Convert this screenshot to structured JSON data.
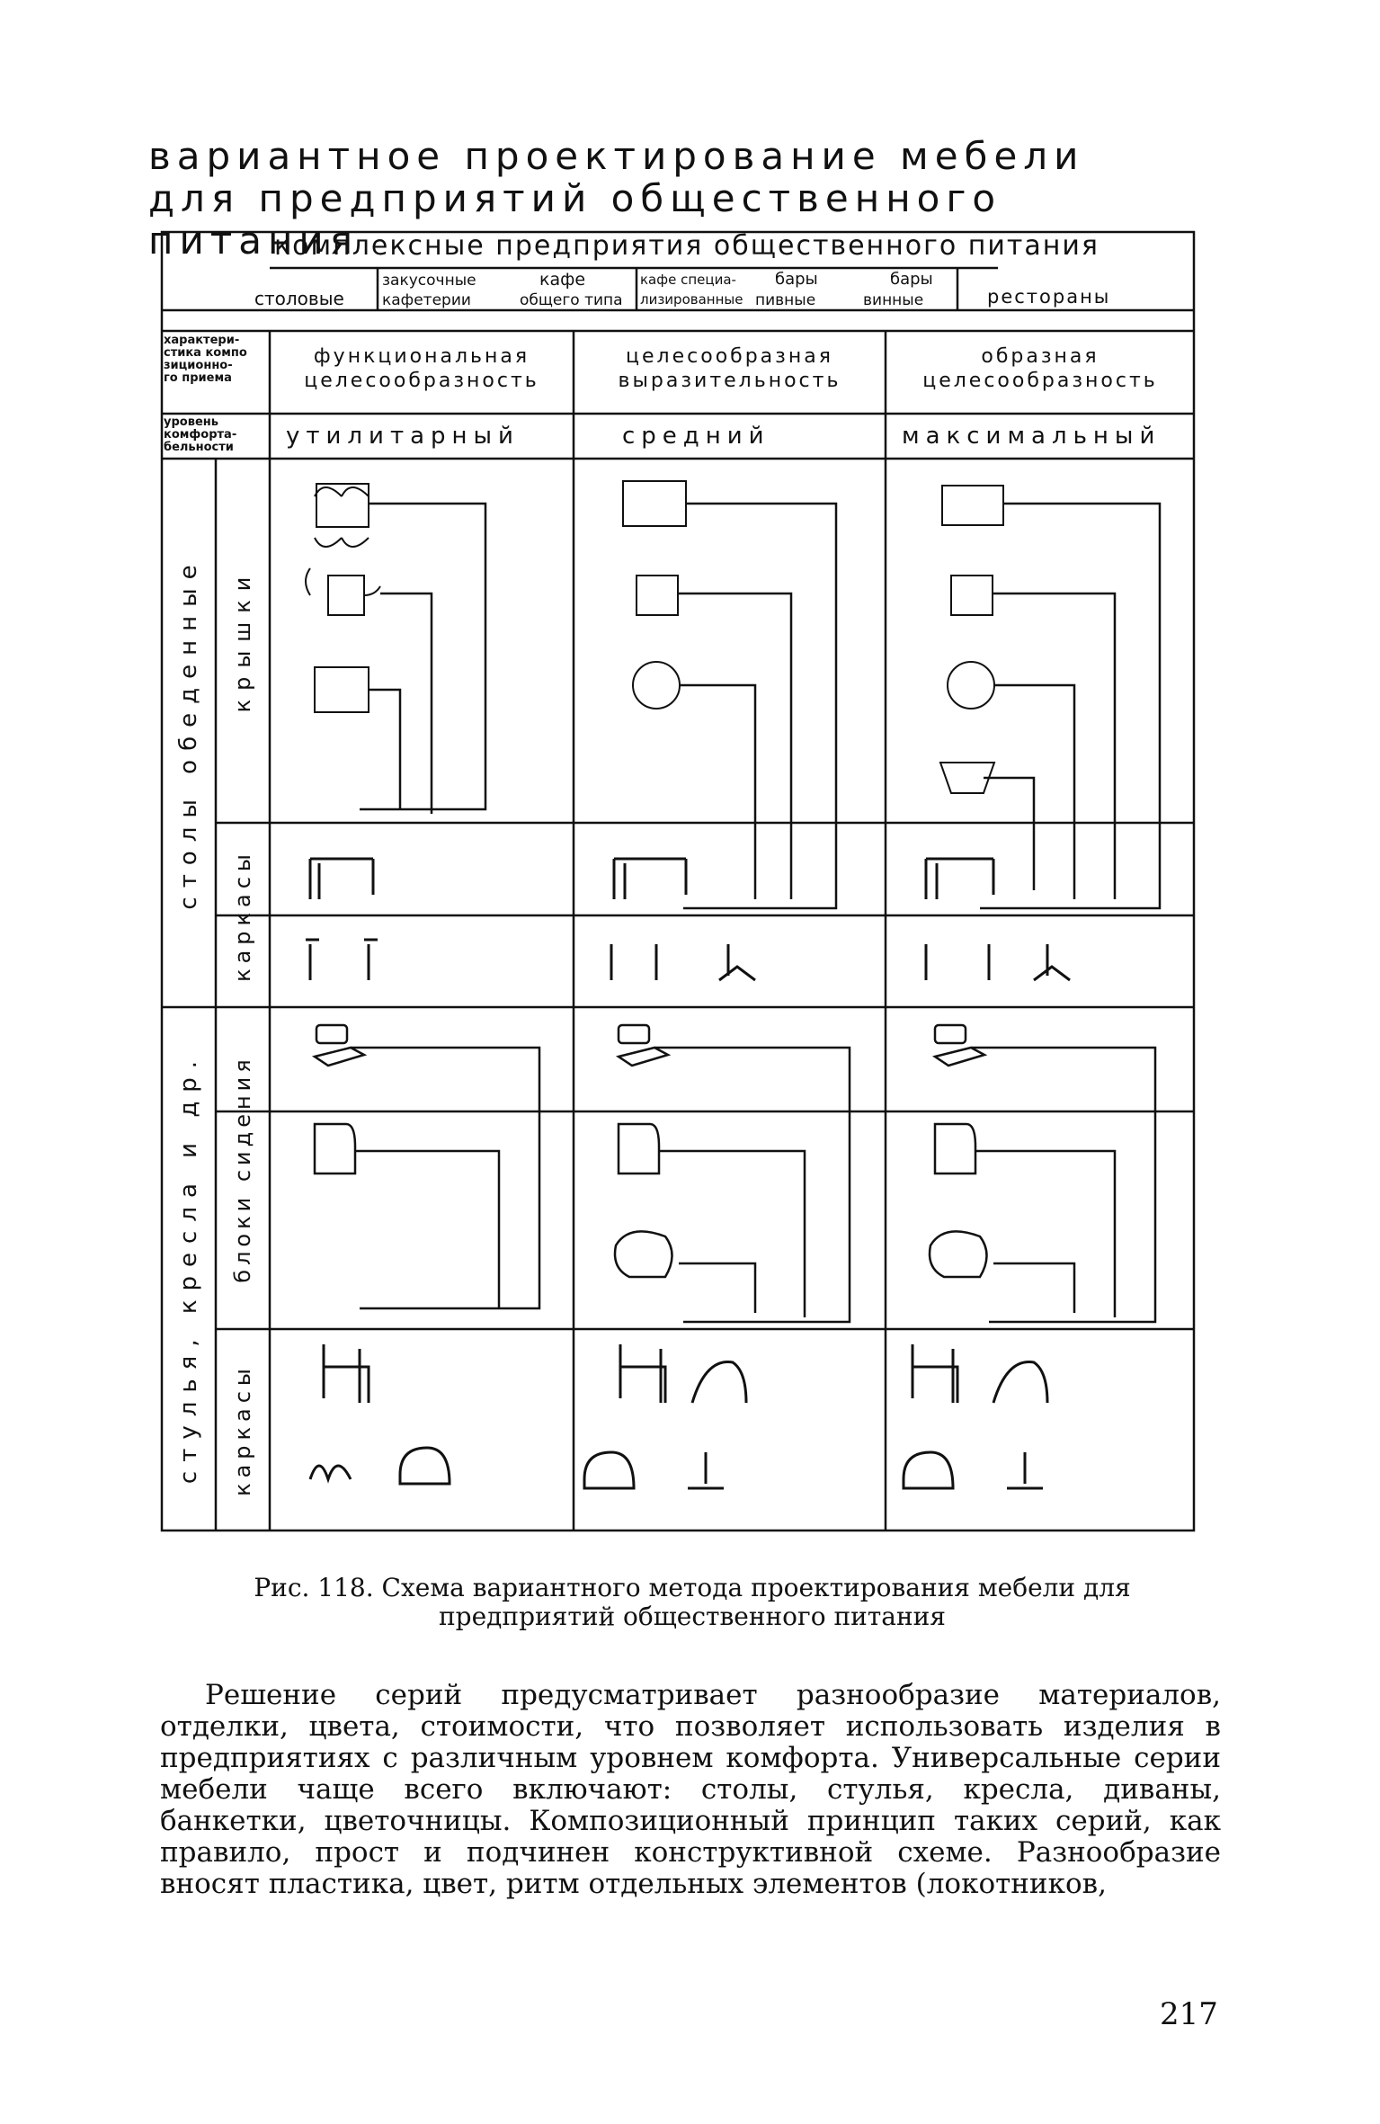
{
  "figure": {
    "title_line1": "вариантное проектирование мебели",
    "title_line2": "для предприятий общественного питания",
    "header_main": "комплексные предприятия общественного питания",
    "sub_labels": {
      "stolovye": "столовые",
      "zakusochnye": "закусочные",
      "kafeterii": "кафетерии",
      "kafe": "кафе",
      "obshchego_tipa": "общего типа",
      "kafe_spec1": "кафе специа-",
      "kafe_spec2": "лизированные",
      "bary_pivnye1": "бары",
      "bary_pivnye2": "пивные",
      "bary_vinnye1": "бары",
      "bary_vinnye2": "винные",
      "restorany": "рестораны"
    },
    "row_header_1": [
      "характери-",
      "стика компо",
      "зиционно-",
      "го приема"
    ],
    "row_header_2": [
      "уровень",
      "комфорта-",
      "бельности"
    ],
    "categories": [
      {
        "line1": "функциональная",
        "line2": "целесообразность"
      },
      {
        "line1": "целесообразная",
        "line2": "выразительность"
      },
      {
        "line1": "образная",
        "line2": "целесообразность"
      }
    ],
    "levels": [
      "утилитарный",
      "средний",
      "максимальный"
    ],
    "group_tables": "столы обеденные",
    "group_chairs": "стулья, кресла и др.",
    "sub_kryshki": "крышки",
    "sub_karkasy": "каркасы",
    "sub_bloki": "блоки сидения",
    "sub_karkasy2": "каркасы"
  },
  "caption": {
    "line1": "Рис. 118. Схема вариантного метода проектирования мебели для",
    "line2": "предприятий общественного питания"
  },
  "body_text": "Решение серий предусматривает разнообразие материалов, отделки, цвета, стоимости, что позволяет использовать изделия в предприятиях с различным уровнем комфорта. Универсальные серии мебели чаще всего включают: столы, стулья, кресла, диваны, банкетки, цветочницы. Композиционный принцип таких серий, как правило, прост и подчинен конструктивной схеме. Разнообразие вносят пластика, цвет, ритм отдельных элементов (локотников,",
  "page_number": "217"
}
